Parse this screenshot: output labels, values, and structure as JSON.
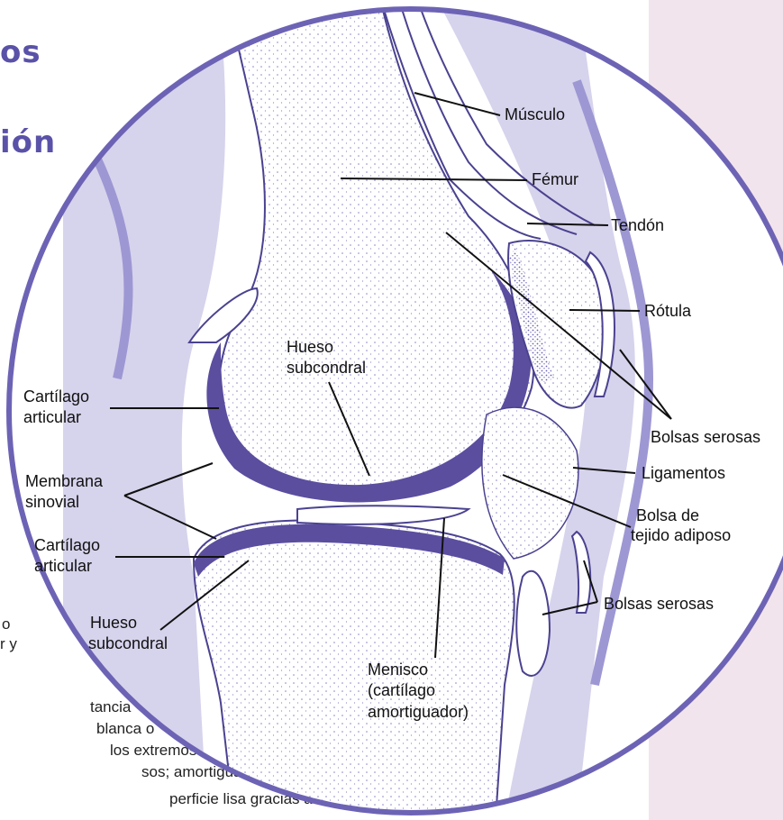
{
  "background_text": {
    "title_line1": "os",
    "title_line2": "ión",
    "body_lines": [
      "o",
      "r y",
      "tancia",
      "blanca o",
      "los extremos",
      "sos; amortigua y",
      "perficie lisa gracias a"
    ]
  },
  "labels": {
    "musculo": "Músculo",
    "femur": "Fémur",
    "tendon": "Tendón",
    "rotula": "Rótula",
    "bolsas_serosas_1": "Bolsas serosas",
    "ligamentos": "Ligamentos",
    "bolsa_tejido_line1": "Bolsa de",
    "bolsa_tejido_line2": "tejido adiposo",
    "bolsas_serosas_2": "Bolsas serosas",
    "hueso_sub_top_line1": "Hueso",
    "hueso_sub_top_line2": "subcondral",
    "cartilago_top_line1": "Cartílago",
    "cartilago_top_line2": "articular",
    "membrana_line1": "Membrana",
    "membrana_line2": "sinovial",
    "cartilago_bot_line1": "Cartílago",
    "cartilago_bot_line2": "articular",
    "hueso_sub_bot_line1": "Hueso",
    "hueso_sub_bot_line2": "subcondral",
    "menisco_line1": "Menisco",
    "menisco_line2": "(cartílago",
    "menisco_line3": "amortiguador)"
  },
  "colors": {
    "circle_stroke": "#6d63b5",
    "tissue_fill": "#d6d3ec",
    "cartilage_fill": "#5b4e9f",
    "side_panel": "#f2e4ec",
    "title_color": "#5a52a8"
  }
}
